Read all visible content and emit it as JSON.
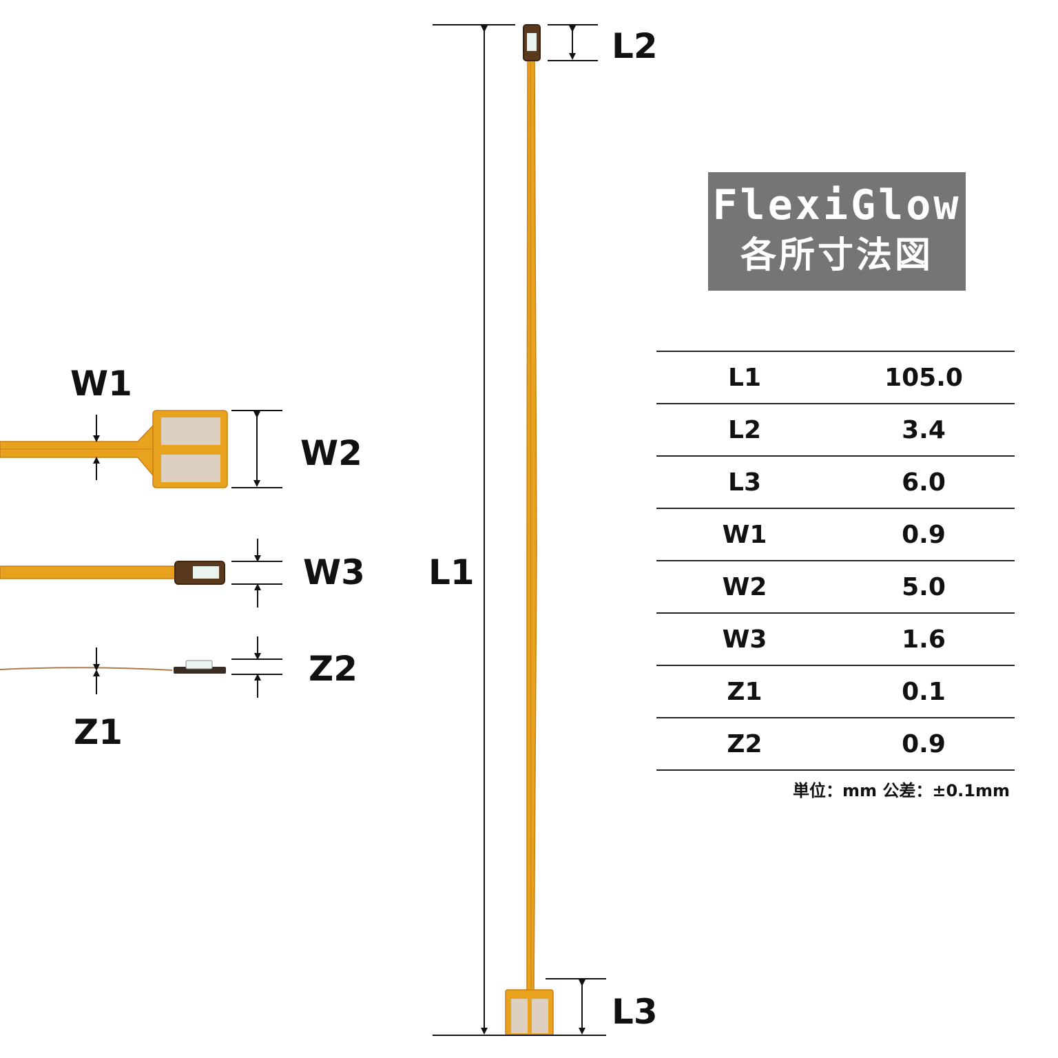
{
  "title": {
    "product": "FlexiGlow",
    "subtitle": "各所寸法図"
  },
  "labels": {
    "L1": "L1",
    "L2": "L2",
    "L3": "L3",
    "W1": "W1",
    "W2": "W2",
    "W3": "W3",
    "Z1": "Z1",
    "Z2": "Z2"
  },
  "dimensions": [
    {
      "key": "L1",
      "value": "105.0"
    },
    {
      "key": "L2",
      "value": "3.4"
    },
    {
      "key": "L3",
      "value": "6.0"
    },
    {
      "key": "W1",
      "value": "0.9"
    },
    {
      "key": "W2",
      "value": "5.0"
    },
    {
      "key": "W3",
      "value": "1.6"
    },
    {
      "key": "Z1",
      "value": "0.1"
    },
    {
      "key": "Z2",
      "value": "0.9"
    }
  ],
  "footnote": "単位：mm 公差：±0.1mm",
  "colors": {
    "flex": "#e8a21e",
    "flex_edge": "#c97f12",
    "pad": "#dccfc0",
    "title_bg": "#757575",
    "led": "#eaf4ee"
  }
}
